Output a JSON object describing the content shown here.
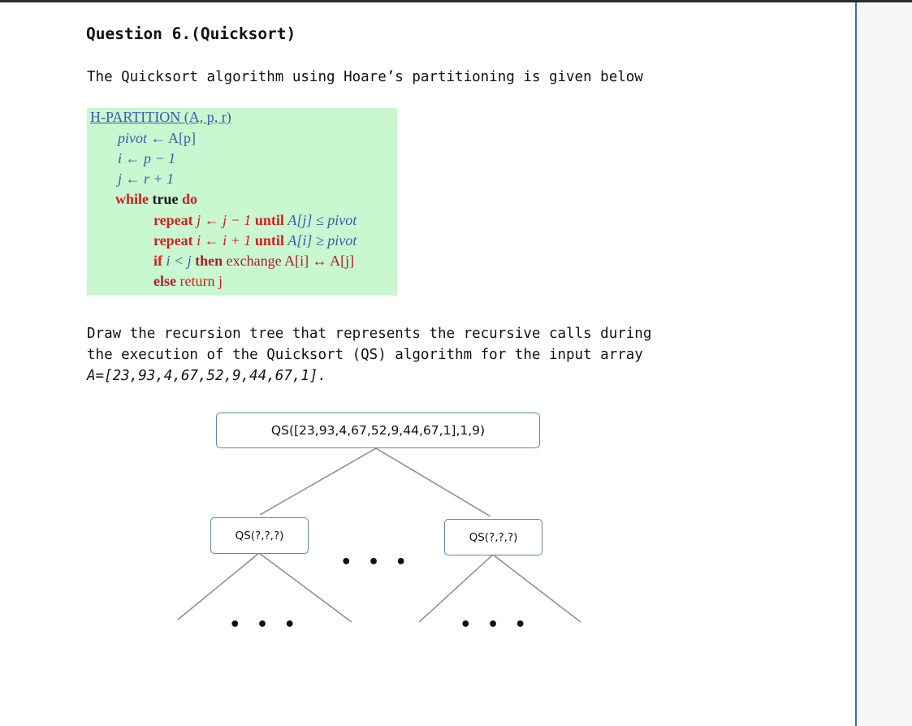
{
  "question": {
    "title": "Question 6.(Quicksort)",
    "intro": "The Quicksort algorithm using Hoare’s partitioning is given below"
  },
  "algorithm": {
    "header": "H-PARTITION (A, p, r)",
    "line_pivot_lhs": "pivot",
    "line_pivot_rhs": " ← A[p]",
    "line_i": "i ← p − 1",
    "line_j": "j ← r + 1",
    "while_kw": "while",
    "true_kw": " true ",
    "do_kw": "do",
    "repeat1_kw": "repeat ",
    "repeat1_expr": "j ← j − 1 ",
    "until1_kw": "until ",
    "until1_cond": "A[j] ≤ pivot",
    "repeat2_kw": "repeat ",
    "repeat2_expr": "i ← i + 1 ",
    "until2_kw": "until ",
    "until2_cond": "A[i] ≥ pivot",
    "if_kw": "if ",
    "if_cond": "i < j ",
    "then_kw": "then",
    "exchange_text": " exchange A[i] ↔ A[j]",
    "else_kw": "else",
    "return_text": " return j"
  },
  "task": {
    "line1": "Draw the recursion tree that represents the recursive calls during",
    "line2": "the execution of the Quicksort (QS) algorithm for the input array",
    "line3": "A=[23,93,4,67,52,9,44,67,1]."
  },
  "tree": {
    "root": "QS([23,93,4,67,52,9,44,67,1],1,9)",
    "left_child": "QS(?,?,?)",
    "right_child": "QS(?,?,?)",
    "ellipsis_middle": "• • •",
    "ellipsis_left": "• • •",
    "ellipsis_right": "• • •"
  },
  "colors": {
    "algo_background": "#c9f7cf",
    "keyword_red": "#d42020",
    "header_blue": "#3a5bb0",
    "node_border": "#5b87b8"
  }
}
